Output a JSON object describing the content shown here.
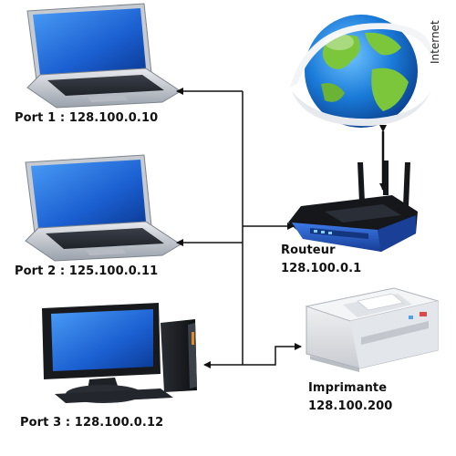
{
  "devices": [
    {
      "id": "pc1",
      "type": "laptop",
      "label": "Port 1 : 128.100.0.10"
    },
    {
      "id": "pc2",
      "type": "laptop",
      "label": "Port 2 : 125.100.0.11"
    },
    {
      "id": "pc3",
      "type": "desktop",
      "label": "Port 3 : 128.100.0.12"
    }
  ],
  "router": {
    "name": "Routeur",
    "ip": "128.100.0.1"
  },
  "printer": {
    "name": "Imprimante",
    "ip": "128.100.200"
  },
  "internet": {
    "label": "Internet"
  },
  "colors": {
    "line": "#111111",
    "screen": "#1b5fd1",
    "router": "#1e4fb8",
    "globe_sea": "#1a7ad8",
    "globe_land": "#7cc63c"
  }
}
